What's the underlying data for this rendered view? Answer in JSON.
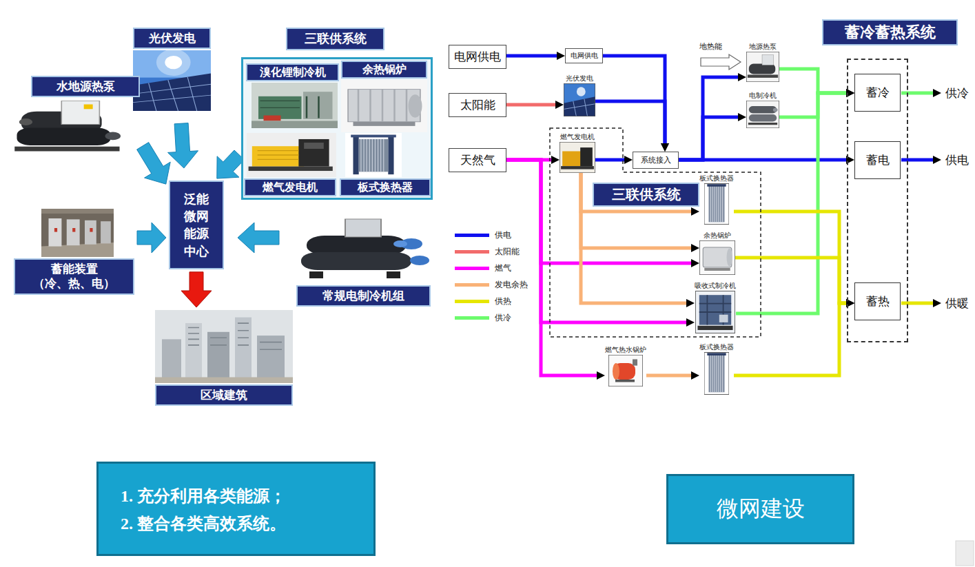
{
  "diagram": {
    "nodes": [
      {
        "text": [
          "光伏发电"
        ]
      },
      {
        "text": [
          "三联供系统"
        ]
      },
      {
        "text": [
          "溴化锂制冷机"
        ],
        "in": 1
      },
      {
        "text": [
          "余热锅炉"
        ],
        "in": 1
      },
      {
        "text": [
          "燃气发电机"
        ],
        "in": 1
      },
      {
        "text": [
          "板式换热器"
        ],
        "in": 1
      },
      {
        "text": [
          "水地源热泵"
        ]
      },
      {
        "text": [
          "泛能 微网 能源 中心"
        ]
      },
      {
        "text": [
          "蓄能装置 （冷、热、电）"
        ]
      },
      {
        "text": [
          "常规电制冷机组"
        ]
      },
      {
        "text": [
          "区域建筑"
        ]
      },
      {
        "text": [
          "电网供电"
        ]
      },
      {
        "text": [
          "太阳能"
        ]
      },
      {
        "text": [
          "天然气"
        ]
      },
      {
        "text": [
          "电网供电"
        ]
      },
      {
        "text": [
          "光伏发电"
        ]
      },
      {
        "text": [
          "三联供系统"
        ]
      },
      {
        "text": [
          "燃气发电机"
        ],
        "in": 16
      },
      {
        "text": [
          "系统接入"
        ]
      },
      {
        "text": [
          "地源热泵"
        ]
      },
      {
        "text": [
          "电制冷机"
        ]
      },
      {
        "text": [
          "板式换热器"
        ],
        "in": 16
      },
      {
        "text": [
          "余热锅炉"
        ],
        "in": 16
      },
      {
        "text": [
          "吸收式制冷机"
        ],
        "in": 16
      },
      {
        "text": [
          "燃气热水锅炉"
        ]
      },
      {
        "text": [
          "板式换热器"
        ]
      },
      {
        "text": [
          "蓄冷蓄热系统"
        ]
      },
      {
        "text": [
          "蓄冷"
        ],
        "in": 26
      },
      {
        "text": [
          "蓄电"
        ],
        "in": 26
      },
      {
        "text": [
          "蓄热"
        ],
        "in": 26
      },
      {
        "text": [
          "1. 充分利用各类能源；",
          "2. 整合各类高效系统。"
        ]
      },
      {
        "text": [
          "微网建设"
        ]
      }
    ],
    "edges": [
      {
        "from": 0,
        "to": 7,
        "arrow": "to"
      },
      {
        "from": 6,
        "to": 7,
        "arrow": "to"
      },
      {
        "from": 1,
        "to": 7,
        "arrow": "to"
      },
      {
        "from": 8,
        "to": 7,
        "arrow": "to"
      },
      {
        "from": 9,
        "to": 7,
        "arrow": "to"
      },
      {
        "from": 7,
        "to": 10,
        "arrow": "to"
      },
      {
        "from": 11,
        "to": 14,
        "arrow": "to"
      },
      {
        "from": 14,
        "to": 18,
        "arrow": "to"
      },
      {
        "from": 12,
        "to": 15,
        "arrow": "to"
      },
      {
        "from": 15,
        "to": 18,
        "arrow": "to"
      },
      {
        "from": 13,
        "to": 17,
        "arrow": "to"
      },
      {
        "from": 17,
        "to": 18,
        "arrow": "to"
      },
      {
        "from": 18,
        "to": 19,
        "arrow": "to"
      },
      {
        "from": 18,
        "to": 20,
        "arrow": "to"
      },
      {
        "from": 18,
        "to": 28,
        "arrow": "to"
      },
      {
        "from": 13,
        "to": 22,
        "arrow": "to"
      },
      {
        "from": 13,
        "to": 23,
        "arrow": "to"
      },
      {
        "from": 13,
        "to": 24,
        "arrow": "to"
      },
      {
        "from": 17,
        "to": 21,
        "arrow": "to"
      },
      {
        "from": 17,
        "to": 22,
        "arrow": "to"
      },
      {
        "from": 17,
        "to": 23,
        "arrow": "to"
      },
      {
        "from": 19,
        "to": 27,
        "arrow": "to"
      },
      {
        "from": 20,
        "to": 27,
        "arrow": "to"
      },
      {
        "from": 23,
        "to": 27,
        "arrow": "to"
      },
      {
        "from": 21,
        "to": 29,
        "arrow": "to"
      },
      {
        "from": 22,
        "to": 29,
        "arrow": "to"
      },
      {
        "from": 24,
        "to": 25,
        "arrow": "to"
      },
      {
        "from": 25,
        "to": 29,
        "arrow": "to"
      }
    ],
    "labels": [
      "地热能",
      "供冷",
      "供电",
      "供暖"
    ],
    "legend": [
      {
        "text": "供电",
        "color": "#1010f0"
      },
      {
        "text": "太阳能",
        "color": "#f26b6b"
      },
      {
        "text": "燃气",
        "color": "#ff00ff"
      },
      {
        "text": "发电余热",
        "color": "#f9b277"
      },
      {
        "text": "供热",
        "color": "#e6e600"
      },
      {
        "text": "供冷",
        "color": "#6dfb6d"
      }
    ]
  }
}
